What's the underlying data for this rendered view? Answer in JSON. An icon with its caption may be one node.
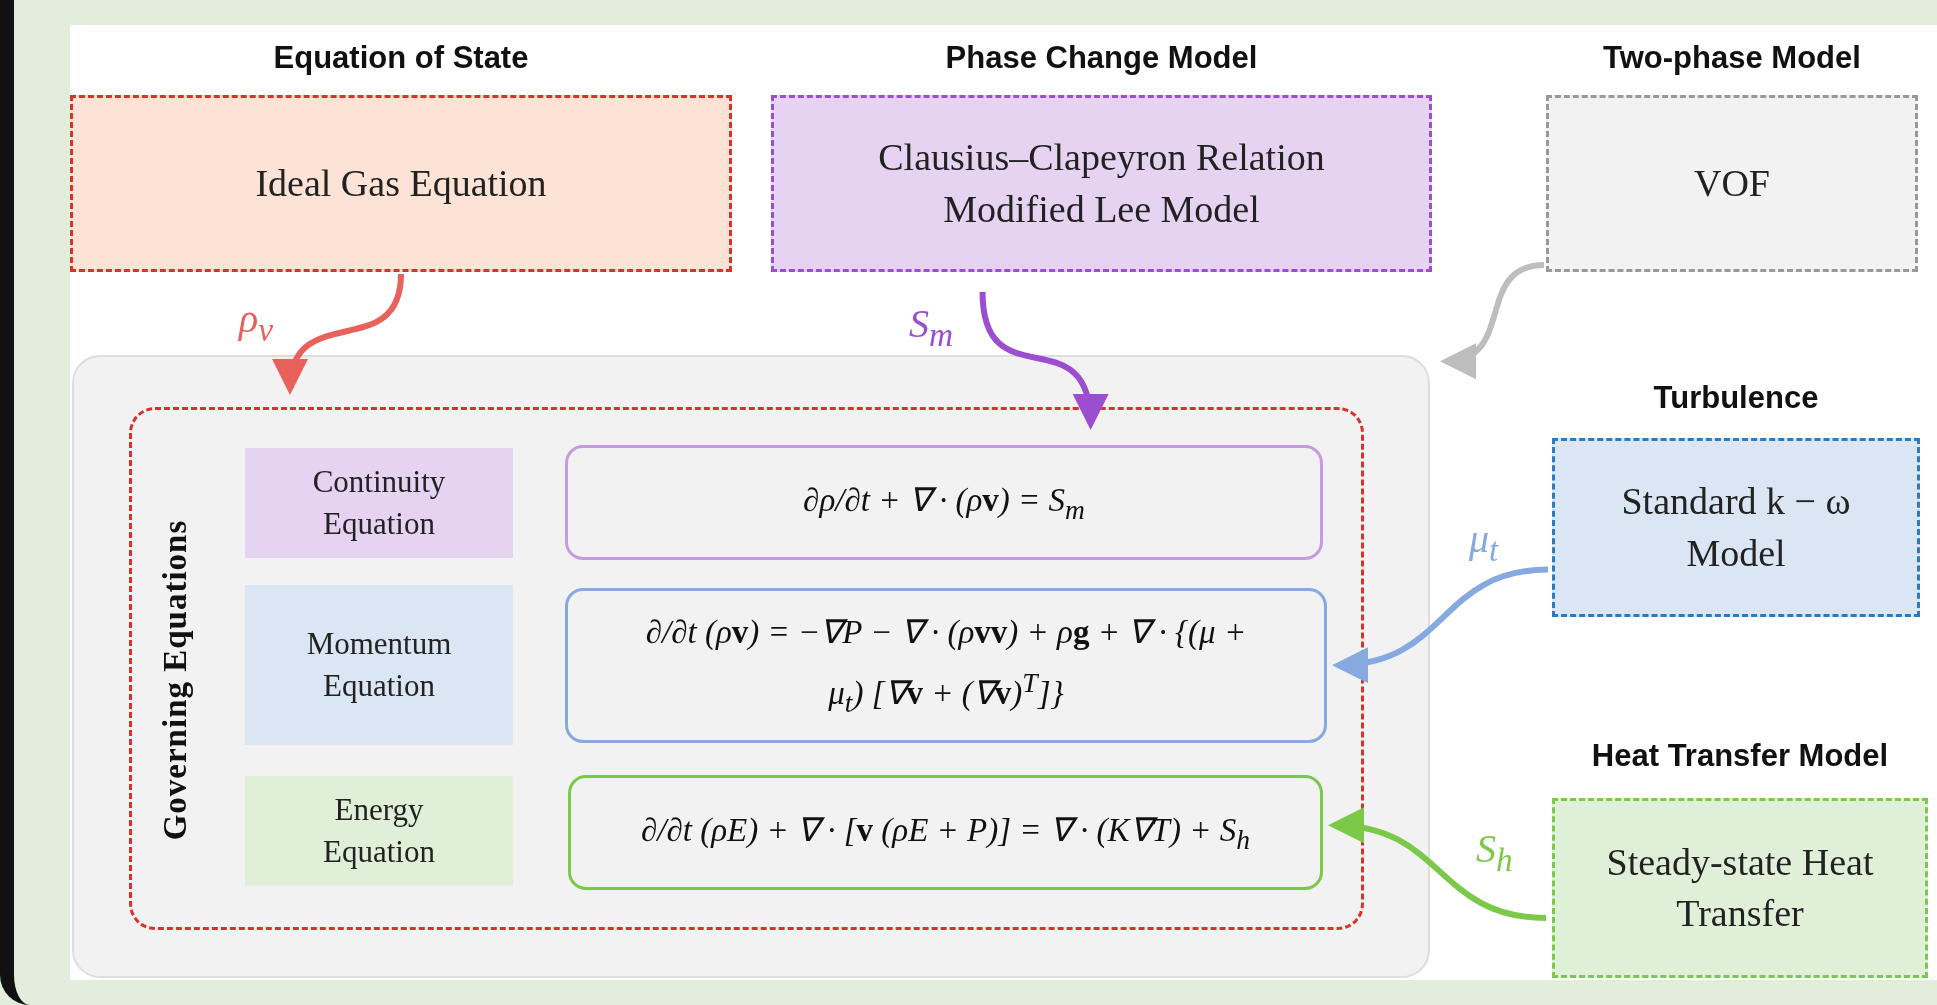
{
  "diagram": {
    "nodes": [
      {
        "text": [
          "Equation of State",
          "Ideal Gas Equation"
        ]
      },
      {
        "text": [
          "Phase Change Model",
          "Clausius–Clapeyron Relation Modified Lee Model"
        ]
      },
      {
        "text": [
          "Two-phase Model",
          "VOF"
        ]
      },
      {
        "text": [],
        "shape": "box"
      },
      {
        "text": [
          "Governing Equations"
        ],
        "in": 3
      },
      {
        "text": [
          "Continuity Equation"
        ],
        "in": 4
      },
      {
        "text": [
          "∂ρ/∂t + ∇ · (ρ**v**) = S$_{m}$"
        ],
        "in": 4
      },
      {
        "text": [
          "Momentum Equation"
        ],
        "in": 4
      },
      {
        "text": [
          "∂/∂t (ρ**v**) = −∇P − ∇ · (ρ**vv**) + ρ**g** + ∇ · {(μ + μ$_{t}$) [∇**v** + (∇**v**)$^{T}$]}"
        ],
        "in": 4
      },
      {
        "text": [
          "Energy Equation"
        ],
        "in": 4
      },
      {
        "text": [
          "∂/∂t (ρE) + ∇ · [**v** (ρE + P)] = ∇ · (K∇T) + S$_{h}$"
        ],
        "in": 4
      },
      {
        "text": [
          "Turbulence",
          "Standard k − ω Model"
        ]
      },
      {
        "text": [
          "Heat Transfer Model",
          "Steady-state Heat Transfer"
        ]
      }
    ],
    "edges": [
      {
        "from": 0,
        "to": 4,
        "arrow": "to",
        "label": "ρ$_{v}$",
        "color": "#e8615a"
      },
      {
        "from": 1,
        "to": 6,
        "arrow": "to",
        "label": "S$_{m}$",
        "color": "#9b4fd0"
      },
      {
        "from": 2,
        "to": 3,
        "arrow": "to",
        "color": "#bdbdbd"
      },
      {
        "from": 11,
        "to": 8,
        "arrow": "to",
        "label": "μ$_{t}$",
        "color": "#86a9e0"
      },
      {
        "from": 12,
        "to": 10,
        "arrow": "to",
        "label": "S$_{h}$",
        "color": "#7cc94a"
      }
    ]
  }
}
